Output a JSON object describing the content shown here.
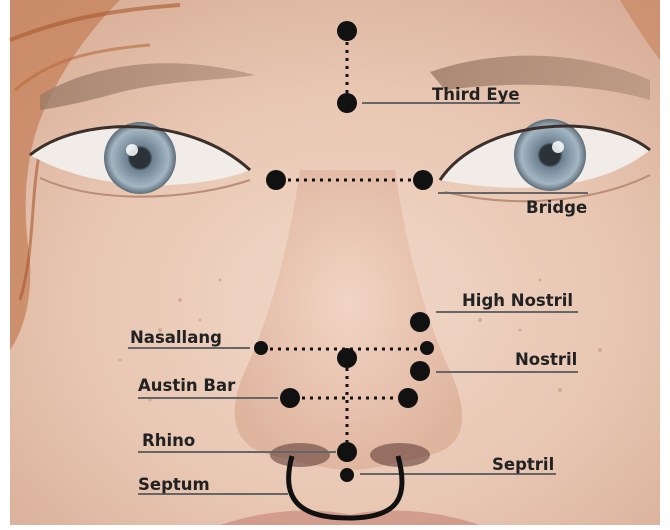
{
  "labels": {
    "third_eye": "Third Eye",
    "bridge": "Bridge",
    "high_nostril": "High Nostril",
    "nasallang": "Nasallang",
    "nostril": "Nostril",
    "austin_bar": "Austin Bar",
    "rhino": "Rhino",
    "septril": "Septril",
    "septum": "Septum"
  },
  "colors": {
    "marker": "#111111",
    "leader_line": "#666666",
    "skin_base": "#e6c2ae",
    "skin_light": "#f1d8c8",
    "hair": "#b0673c",
    "iris": "#8fa3b3"
  }
}
